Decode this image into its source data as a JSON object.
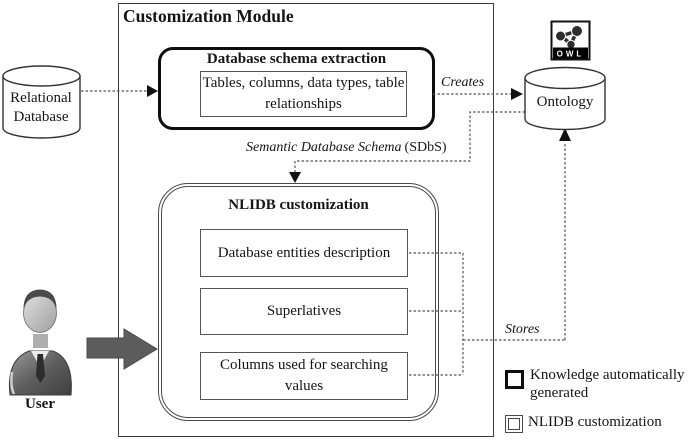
{
  "diagram": {
    "title": "Customization Module",
    "relational_database": {
      "label": "Relational Database"
    },
    "schema_extraction": {
      "title": "Database schema extraction",
      "content": "Tables, columns, data types, table relationships"
    },
    "nlidb": {
      "title": "NLIDB customization",
      "items": [
        "Database entities description",
        "Superlatives",
        "Columns used for searching values"
      ]
    },
    "ontology": {
      "label": "Ontology",
      "owl_label": "OWL"
    },
    "user": {
      "label": "User"
    },
    "edges": {
      "creates": "Creates",
      "sdbs_phrase": "Semantic Database Schema",
      "sdbs_abbr": "(SDbS)",
      "stores": "Stores"
    },
    "legend": {
      "items": [
        {
          "label": "Knowledge automatically generated",
          "style": "bold-border"
        },
        {
          "label": "NLIDB customization",
          "style": "double-border"
        }
      ]
    },
    "colors": {
      "dashed_line": "#555555",
      "solid_border": "#0d0d0d",
      "text": "#151515",
      "user_arrow": "#5c5c5c"
    }
  }
}
